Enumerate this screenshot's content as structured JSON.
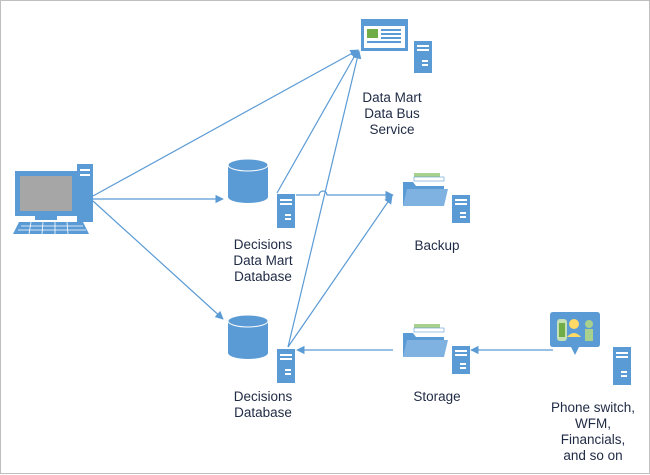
{
  "nodes": {
    "workstation": {
      "label": ""
    },
    "data_bus_service": {
      "label": "Data Mart\nData Bus\nService"
    },
    "decisions_data_mart_database": {
      "label": "Decisions\nData Mart\nDatabase"
    },
    "backup": {
      "label": "Backup"
    },
    "decisions_database": {
      "label": "Decisions\nDatabase"
    },
    "storage": {
      "label": "Storage"
    },
    "external_systems": {
      "label": "Phone switch,\nWFM,\nFinancials,\nand so on"
    }
  },
  "colors": {
    "accent": "#5b9bd5",
    "screen": "#a6a6a6",
    "text": "#1f2a44"
  },
  "icons": {
    "workstation": "desktop-computer-icon",
    "data_bus_service": "web-server-icon",
    "decisions_data_mart_database": "database-icon",
    "backup": "folder-server-icon",
    "decisions_database": "database-icon",
    "storage": "folder-server-icon",
    "external_systems": "call-center-server-icon"
  }
}
